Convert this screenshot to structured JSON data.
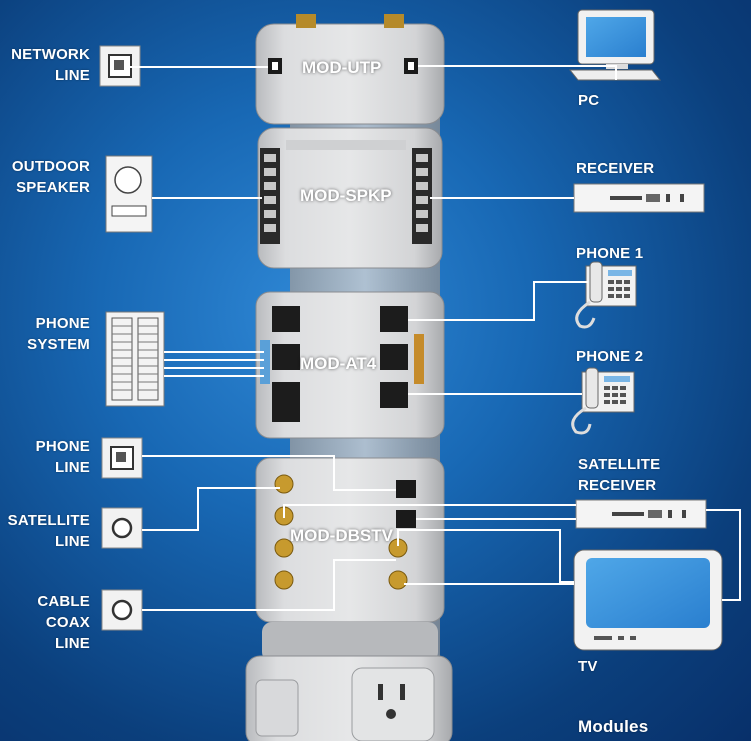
{
  "modules": {
    "utp": "MOD-UTP",
    "spkp": "MOD-SPKP",
    "at4": "MOD-AT4",
    "dbstv": "MOD-DBSTV"
  },
  "left_labels": {
    "network_line": [
      "NETWORK",
      "LINE"
    ],
    "outdoor_speaker": [
      "OUTDOOR",
      "SPEAKER"
    ],
    "phone_system": [
      "PHONE",
      "SYSTEM"
    ],
    "phone_line": [
      "PHONE",
      "LINE"
    ],
    "satellite_line": [
      "SATELLITE",
      "LINE"
    ],
    "cable_coax_line": [
      "CABLE",
      "COAX",
      "LINE"
    ]
  },
  "right_labels": {
    "pc": "PC",
    "receiver": "RECEIVER",
    "phone1": "PHONE 1",
    "phone2": "PHONE 2",
    "satellite_receiver": [
      "SATELLITE",
      "RECEIVER"
    ],
    "tv": "TV"
  },
  "footer": "Modules",
  "colors": {
    "background": "#1868b4",
    "module_body": "#d9dadc",
    "wire": "#ffffff",
    "label": "#ffffff"
  }
}
